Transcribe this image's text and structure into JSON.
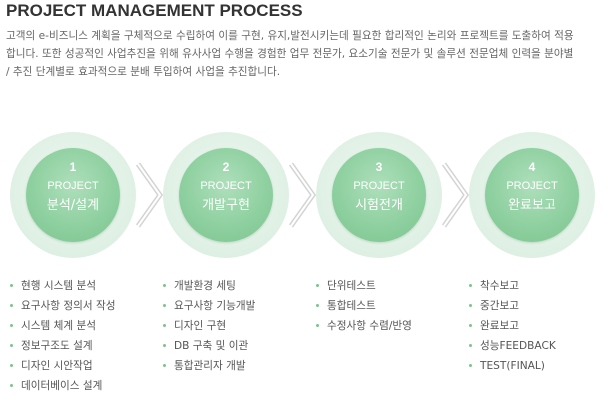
{
  "title": "PROJECT MANAGEMENT PROCESS",
  "description": [
    "고객의 e-비즈니스 계획을 구체적으로 수립하여 이를 구현, 유지,발전시키는데 필요한 합리적인 논리와 프로젝트를 도출하여 적용",
    "합니다. 또한 성공적인 사업추진을 위해 유사사업 수행을 경험한 업무 전문가, 요소기술 전문가 및 솔루션 전문업체 인력을 분야별",
    "/ 추진 단계별로 효과적으로 분배 투입하여 사업을 추진합니다."
  ],
  "accent_color": "#7cc48f",
  "steps": [
    {
      "number": "1",
      "label_en": "PROJECT",
      "label_ko": "분석/설계",
      "items": [
        "현행 시스템 분석",
        "요구사항 정의서 작성",
        "시스템 체계 분석",
        "정보구조도 설계",
        "디자인 시안작업",
        "데이터베이스 설계"
      ]
    },
    {
      "number": "2",
      "label_en": "PROJECT",
      "label_ko": "개발구현",
      "items": [
        "개발환경 세팅",
        "요구사항 기능개발",
        "디자인 구현",
        "DB 구축 및 이관",
        "통합관리자 개발"
      ]
    },
    {
      "number": "3",
      "label_en": "PROJECT",
      "label_ko": "시험전개",
      "items": [
        "단위테스트",
        "통합테스트",
        "수정사항 수렴/반영"
      ]
    },
    {
      "number": "4",
      "label_en": "PROJECT",
      "label_ko": "완료보고",
      "items": [
        "착수보고",
        "중간보고",
        "완료보고",
        "성능FEEDBACK",
        "TEST(FINAL)"
      ]
    }
  ]
}
